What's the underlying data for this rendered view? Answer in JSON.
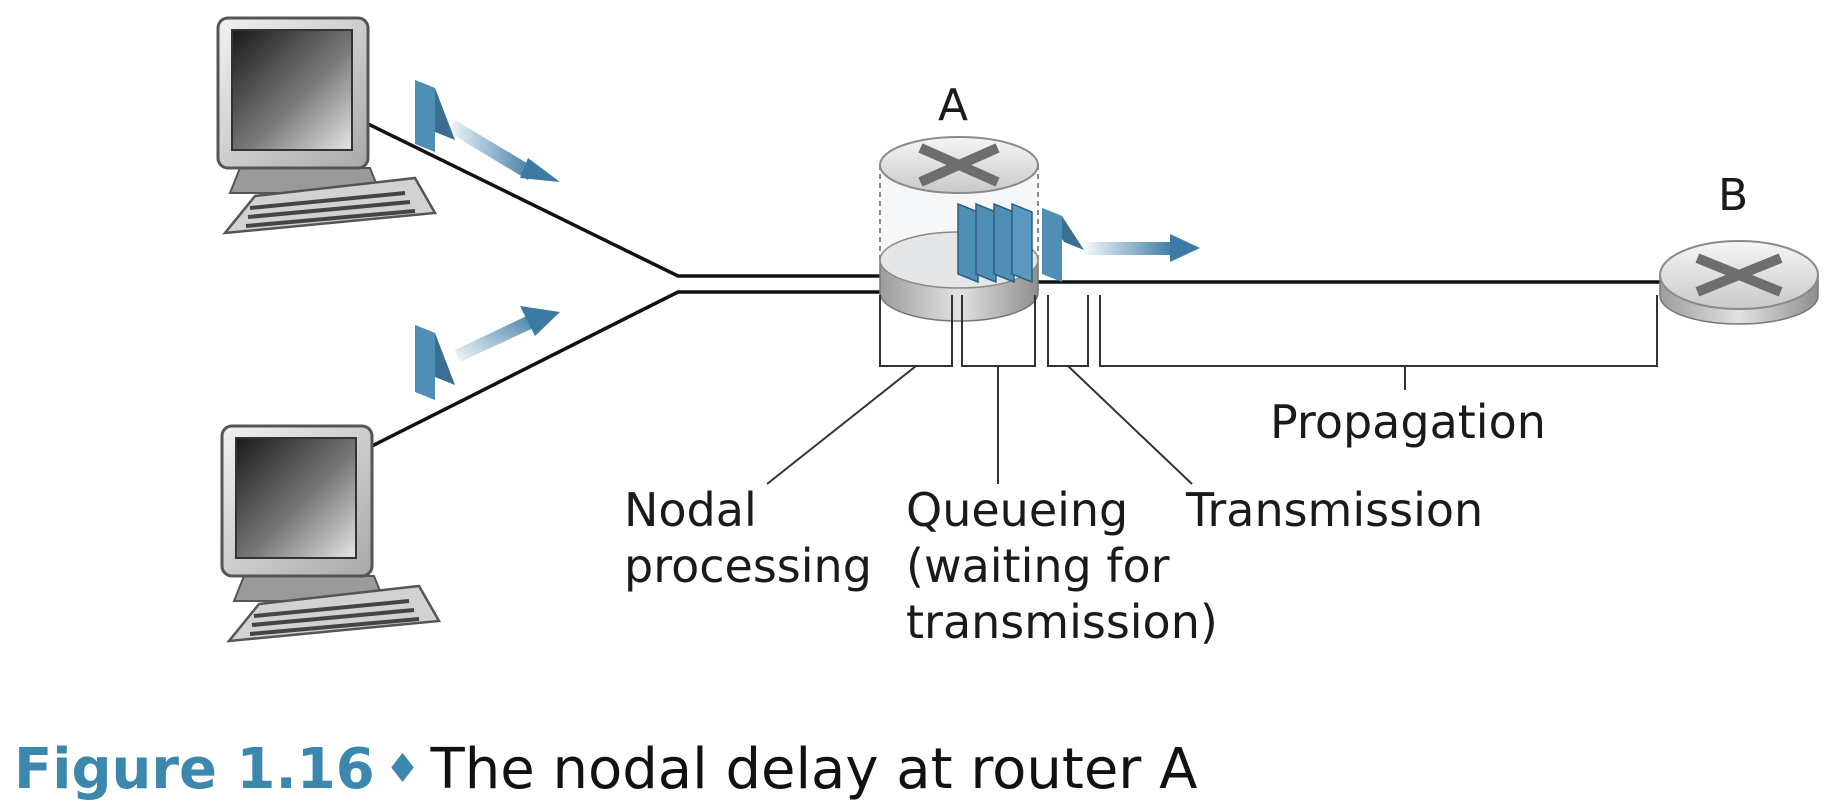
{
  "routers": {
    "a": {
      "label": "A"
    },
    "b": {
      "label": "B"
    }
  },
  "labels": {
    "nodal": [
      "Nodal",
      "processing"
    ],
    "queueing": [
      "Queueing",
      "(waiting for",
      "transmission)"
    ],
    "transmission": "Transmission",
    "propagation": "Propagation"
  },
  "caption": {
    "figure": "Figure 1.16",
    "separator": "♦",
    "text": "The nodal delay at router A"
  },
  "colors": {
    "packet": "#4f8fb6",
    "packet_dark": "#3a6f92",
    "arrow": "#3b7aa3",
    "line": "#111111",
    "caption_accent": "#3b87ad"
  }
}
